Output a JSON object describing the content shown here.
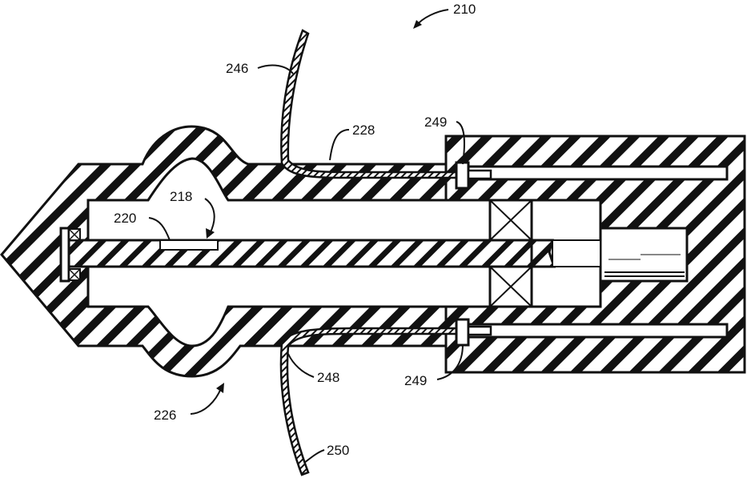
{
  "diagram": {
    "colors": {
      "ink": "#111111",
      "paper": "#ffffff"
    },
    "labels": {
      "ref_210": "210",
      "ref_246": "246",
      "ref_228": "228",
      "ref_249_top": "249",
      "ref_218": "218",
      "ref_220": "220",
      "ref_248": "248",
      "ref_249_bottom": "249",
      "ref_226": "226",
      "ref_250": "250"
    }
  }
}
